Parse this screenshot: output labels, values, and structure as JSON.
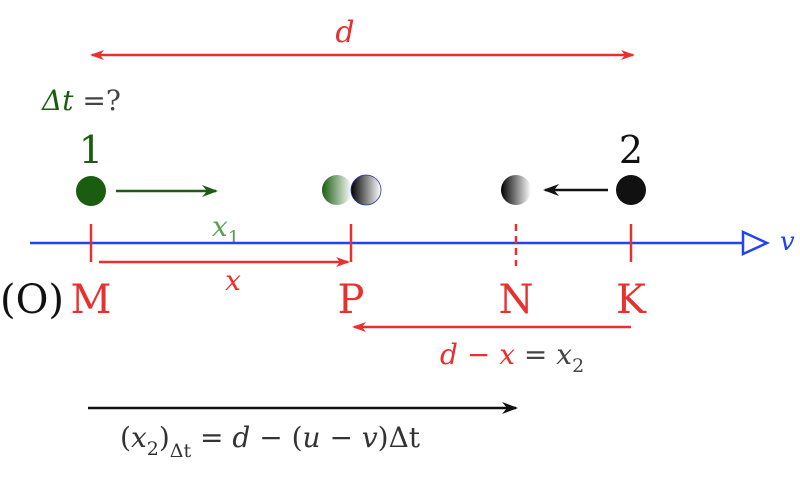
{
  "colors": {
    "red": "#e8312e",
    "green": "#1a5c10",
    "light_green": "#5aa05a",
    "blue": "#2244ee",
    "black": "#111111",
    "gray": "#444444"
  },
  "top_distance_label": "d",
  "question": {
    "symbol": "Δt",
    "text": " =?"
  },
  "body1": {
    "number": "1"
  },
  "body2": {
    "number": "2"
  },
  "axis": {
    "label": "v"
  },
  "segment_x1_label": "x",
  "segment_x1_sub": "1",
  "segment_x_label": "x",
  "origin_label": "(O)",
  "points": {
    "M": "M",
    "P": "P",
    "N": "N",
    "K": "K"
  },
  "bottom_relation": {
    "d": "d",
    "minus": " − ",
    "x": "x",
    "equals": " = ",
    "x2": "x",
    "x2_sub": "2"
  },
  "formula": {
    "open": "(",
    "x": "x",
    "sub2": "2",
    "close": ")",
    "subdt": "Δt",
    "eq": " = ",
    "d": "d",
    "minus": " − (",
    "u": "u",
    "dash": " − ",
    "v": "v",
    "end": ")Δt"
  }
}
